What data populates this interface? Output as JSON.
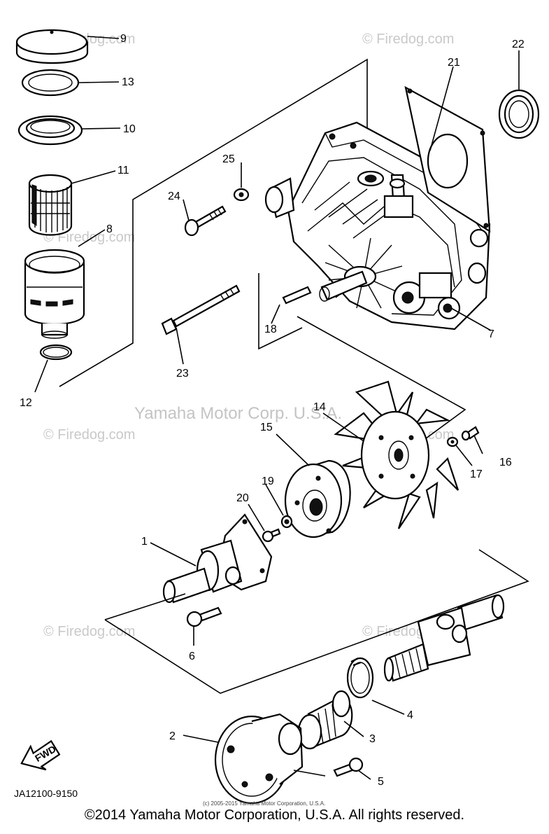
{
  "watermark_text": "© Firedog.com",
  "center_watermark": "Yamaha Motor Corp. U.S.A.",
  "callouts": [
    "9",
    "13",
    "10",
    "11",
    "8",
    "12",
    "25",
    "24",
    "23",
    "18",
    "7",
    "21",
    "22",
    "14",
    "15",
    "16",
    "17",
    "19",
    "20",
    "1",
    "6",
    "4",
    "3",
    "2",
    "5"
  ],
  "arrow_label": "FWD",
  "diagram_code": "JA12100-9150",
  "small_copyright": "(c) 2005-2015 Yamaha Motor Corporation, U.S.A.",
  "copyright": "©2014 Yamaha Motor Corporation, U.S.A. All rights reserved."
}
